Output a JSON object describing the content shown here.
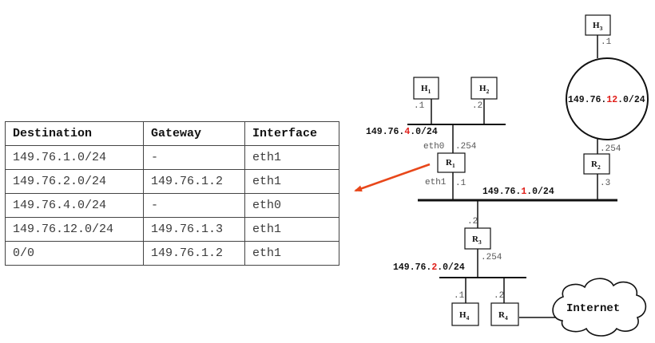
{
  "routing_table": {
    "headers": [
      "Destination",
      "Gateway",
      "Interface"
    ],
    "rows": [
      [
        "149.76.1.0/24",
        "-",
        "eth1"
      ],
      [
        "149.76.2.0/24",
        "149.76.1.2",
        "eth1"
      ],
      [
        "149.76.4.0/24",
        "-",
        "eth0"
      ],
      [
        "149.76.12.0/24",
        "149.76.1.3",
        "eth1"
      ],
      [
        "0/0",
        "149.76.1.2",
        "eth1"
      ]
    ]
  },
  "nodes": {
    "h1": {
      "label": "H",
      "sub": "1"
    },
    "h2": {
      "label": "H",
      "sub": "2"
    },
    "h3": {
      "label": "H",
      "sub": "3"
    },
    "h4": {
      "label": "H",
      "sub": "4"
    },
    "r1": {
      "label": "R",
      "sub": "1"
    },
    "r2": {
      "label": "R",
      "sub": "2"
    },
    "r3": {
      "label": "R",
      "sub": "3"
    },
    "r4": {
      "label": "R",
      "sub": "4"
    }
  },
  "networks": {
    "net4": {
      "prefix": "149.76.",
      "octet": "4",
      "suffix": ".0/24"
    },
    "net12": {
      "prefix": "149.76.",
      "octet": "12",
      "suffix": ".0/24"
    },
    "net1": {
      "prefix": "149.76.",
      "octet": "1",
      "suffix": ".0/24"
    },
    "net2": {
      "prefix": "149.76.",
      "octet": "2",
      "suffix": ".0/24"
    }
  },
  "addresses": {
    "h1": ".1",
    "h2": ".2",
    "h3": ".1",
    "r1_top": ".254",
    "r1_bottom": ".1",
    "r1_eth0": "eth0",
    "r1_eth1": "eth1",
    "r2_top": ".254",
    "r2_bottom": ".3",
    "r3_top": ".2",
    "r3_bottom": ".254",
    "h4": ".1",
    "r4": ".2"
  },
  "internet": {
    "label": "Internet"
  },
  "colors": {
    "highlight": "#e0201b",
    "arrow": "#e8471a",
    "line": "#111111"
  }
}
